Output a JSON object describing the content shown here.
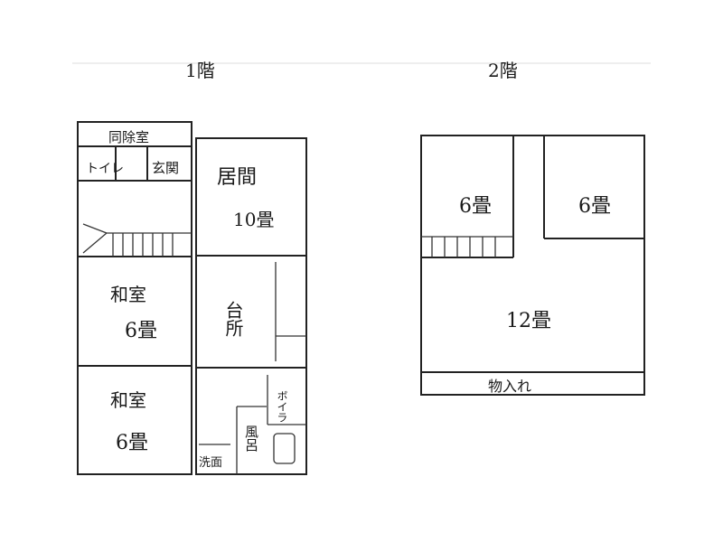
{
  "floor1": {
    "title": "1階",
    "rooms": {
      "storage": "同除室",
      "toilet": "トイレ",
      "entrance": "玄関",
      "living": "居間",
      "living_size": "10畳",
      "washitsu1": "和室",
      "washitsu1_size": "6畳",
      "washitsu2": "和室",
      "washitsu2_size": "6畳",
      "kitchen": "台所",
      "boiler": "ボイラ",
      "bath": "風呂",
      "washroom": "洗面"
    }
  },
  "floor2": {
    "title": "2階",
    "rooms": {
      "room_a_size": "6畳",
      "room_b_size": "6畳",
      "room_c_size": "12畳",
      "closet": "物入れ"
    }
  }
}
